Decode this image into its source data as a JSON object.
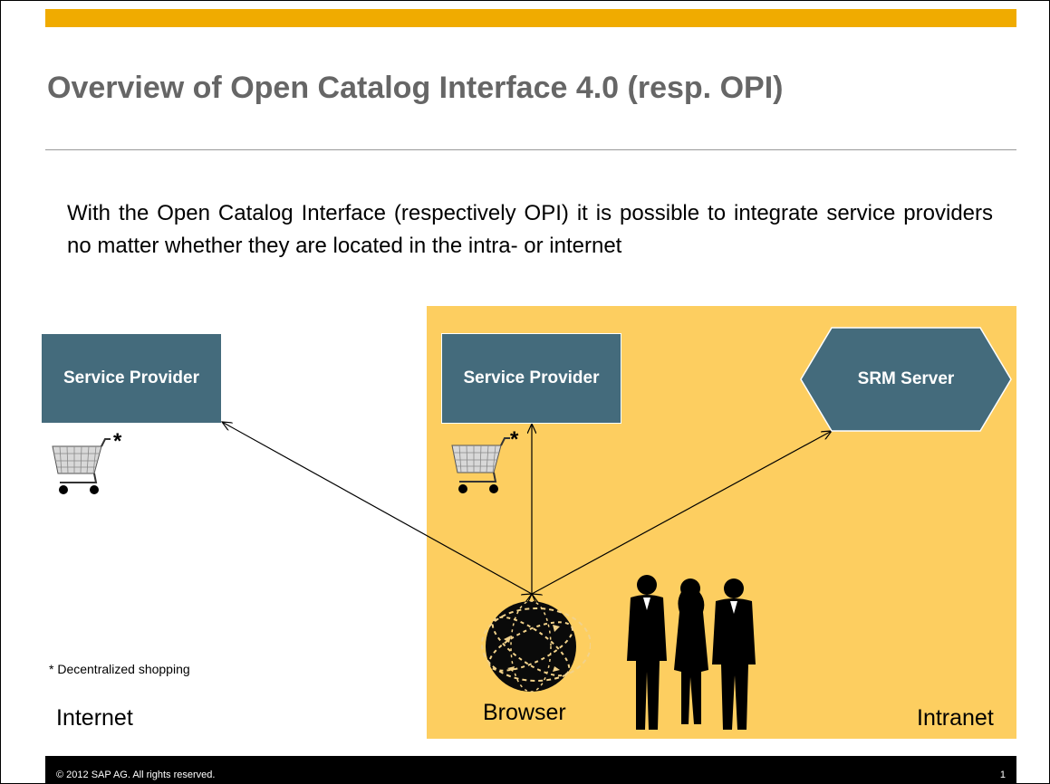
{
  "slide": {
    "title": "Overview of Open Catalog Interface 4.0 (resp. OPI)",
    "intro": "With the Open Catalog Interface (respectively OPI) it is possible to integrate service providers no matter whether they are located in the intra- or internet",
    "colors": {
      "accent_bar": "#f0ab00",
      "intranet_zone": "#fdce60",
      "node_fill": "#446b7c"
    }
  },
  "diagram": {
    "service_provider_internet": "Service Provider",
    "service_provider_intranet": "Service Provider",
    "srm_server": "SRM Server",
    "browser_label": "Browser",
    "internet_label": "Internet",
    "intranet_label": "Intranet",
    "star_mark": "*",
    "footnote": "* Decentralized shopping",
    "icons": [
      "shopping-cart-icon",
      "globe-icon",
      "business-people-icon"
    ]
  },
  "footer": {
    "copyright": "© 2012 SAP AG. All rights reserved.",
    "page_number": "1"
  }
}
